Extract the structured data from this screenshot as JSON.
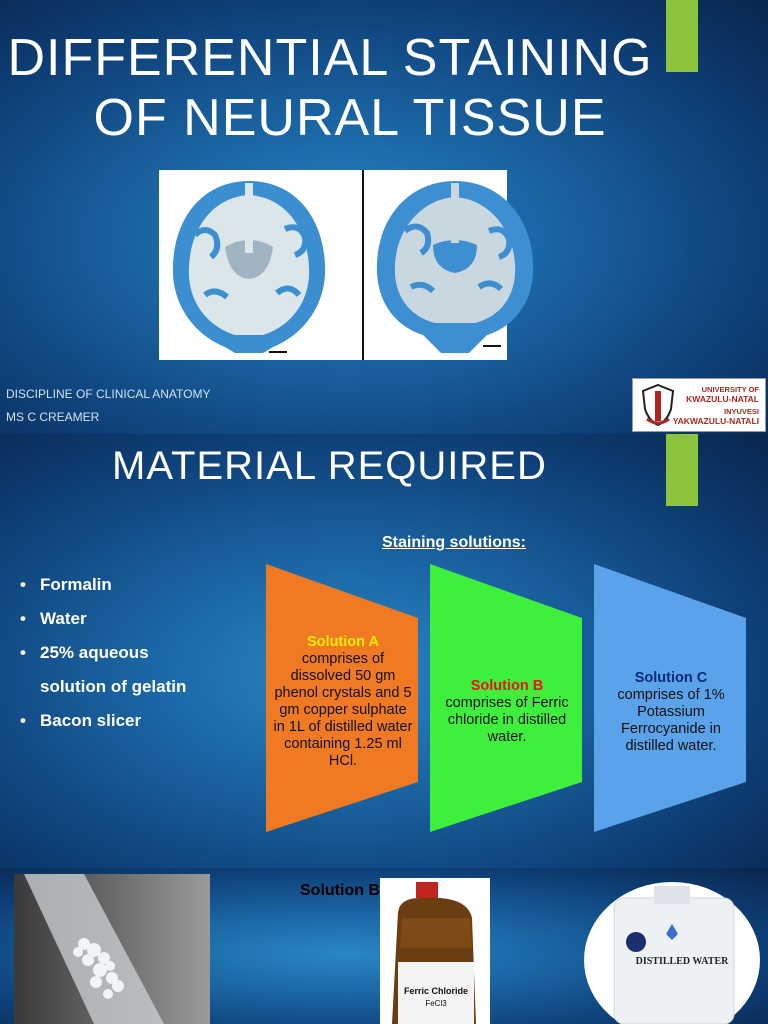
{
  "slide1": {
    "title_line1": "DIFFERENTIAL STAINING",
    "title_line2": "OF NEURAL TISSUE",
    "discipline": "DISCIPLINE OF CLINICAL ANATOMY",
    "presenter": "MS C CREAMER",
    "logo": {
      "line1": "UNIVERSITY OF",
      "line2": "KWAZULU-NATAL",
      "line3": "INYUVESI",
      "line4": "YAKWAZULU-NATALI"
    }
  },
  "slide2": {
    "title": "MATERIAL REQUIRED",
    "staining_header": "Staining solutions:",
    "bullets": [
      "Formalin",
      "Water",
      "25% aqueous",
      "solution of gelatin",
      "Bacon slicer"
    ],
    "solutions": [
      {
        "name": "Solution A",
        "text": "comprises of dissolved 50 gm phenol crystals and 5 gm copper sulphate in 1L of distilled water containing 1.25 ml HCl.",
        "fill": "#f07a23",
        "name_color": "#ffee00"
      },
      {
        "name": "Solution B",
        "text": "comprises of Ferric chloride in distilled water.",
        "fill": "#3ef03c",
        "name_color": "#e8141c"
      },
      {
        "name": "Solution C",
        "text": "comprises of 1% Potassium Ferrocyanide in distilled water.",
        "fill": "#5aa3ea",
        "name_color": "#0b2a7a"
      }
    ]
  },
  "slide3": {
    "label": "Solution B",
    "bottle_label": "Ferric Chloride",
    "bottle_formula": "FeCl3",
    "water_label": "DISTILLED WATER"
  },
  "colors": {
    "accent": "#8cc43c",
    "bg": "#1a64a2"
  }
}
